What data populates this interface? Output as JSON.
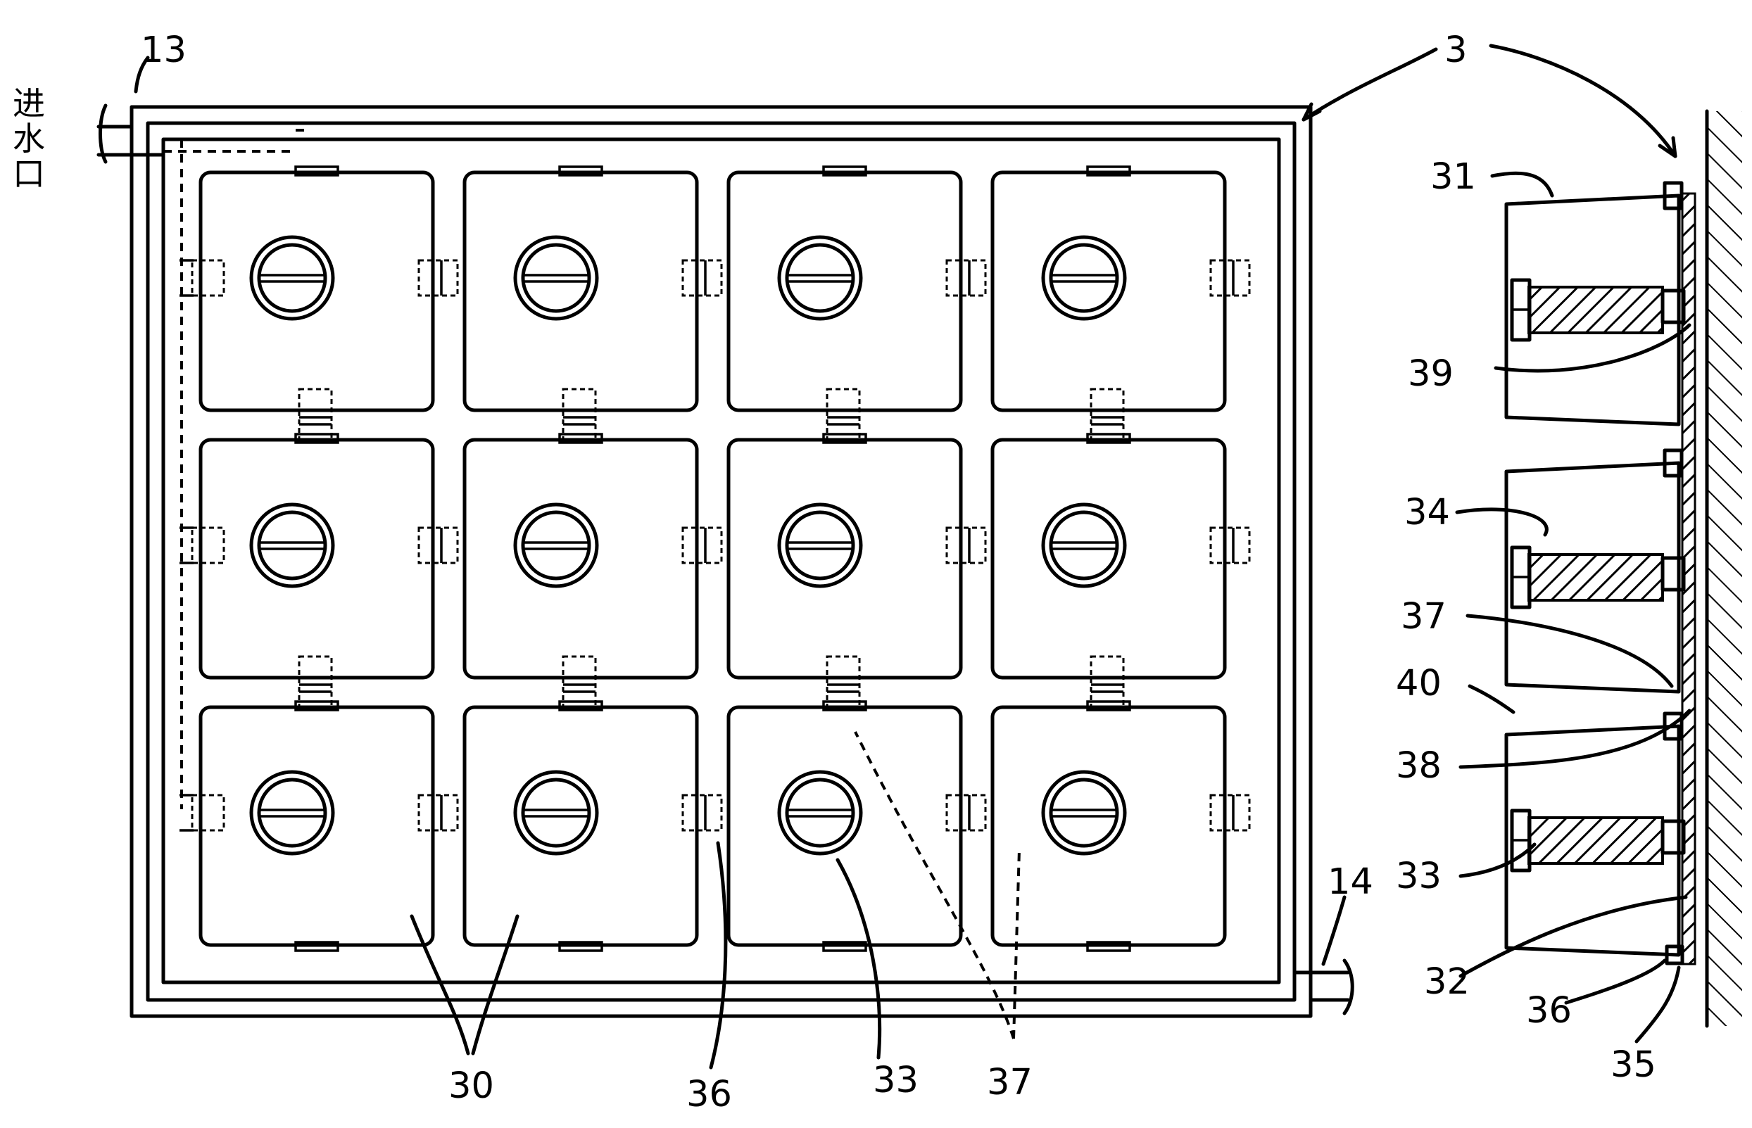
{
  "labels": {
    "inlet_pipe": "13",
    "inlet_text_1": "进",
    "inlet_text_2": "水",
    "inlet_text_3": "口",
    "assembly": "3",
    "outlet_pipe": "14",
    "cells": "30",
    "connector_36_plan": "36",
    "disc_33_plan": "33",
    "connector_37_plan": "37",
    "shell_31": "31",
    "part_39": "39",
    "part_34": "34",
    "connector_37_side": "37",
    "part_40": "40",
    "part_38": "38",
    "disc_33_side": "33",
    "part_32": "32",
    "connector_36_side": "36",
    "part_35": "35"
  },
  "grid": {
    "rows": 3,
    "columns": 4
  },
  "colors": {
    "ink": "#000000",
    "paper": "#ffffff"
  }
}
